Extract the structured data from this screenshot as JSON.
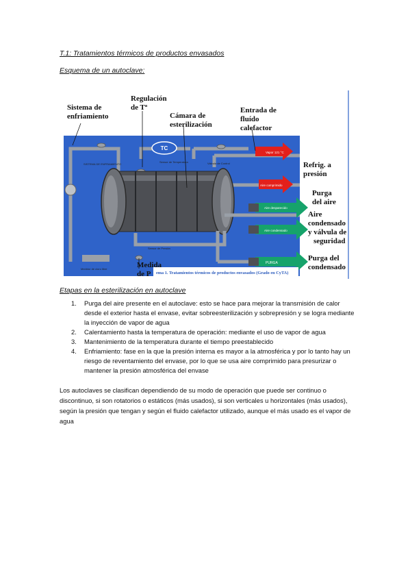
{
  "document": {
    "title": "T.1: Tratamientos térmicos de productos envasados",
    "section1": "Esquema de un autoclave:",
    "section2": "Etapas en la esterilización en autoclave"
  },
  "diagram": {
    "labels": {
      "sistema1": "Sistema de",
      "sistema2": "enfriamiento",
      "regulacion1": "Regulación",
      "regulacion2": "de Tª",
      "camara1": "Cámara de",
      "camara2": "esterilización",
      "entrada1": "Entrada de",
      "entrada2": "fluído",
      "entrada3": "calefactor",
      "refrig1": "Refrig. a",
      "refrig2": "presión",
      "purga_aire1": "Purga",
      "purga_aire2": "del aire",
      "aire_cond1": "Aire",
      "aire_cond2": "condensado",
      "aire_cond3": "y válvula de",
      "aire_cond4": "seguridad",
      "purga_cond1": "Purga del",
      "purga_cond2": "condensado",
      "medida1": "Medida",
      "medida2": "de P",
      "caption": "ema 1. Tratamientos térmicos de productos envasados (Grado en CyTA)",
      "tc": "TC",
      "vapor": "Vapor 121 °C",
      "aire_comprimido": "Aire comprimido",
      "aire_desp": "Aire desparecido",
      "aire_condensado": "Aire condensado",
      "purga_box": "PURGA",
      "sistema_enfr_small": "SISTEMA DE ENFRIAMIENTO",
      "sensor_temp": "Sensor de Temperatura",
      "valvula_control": "Válvula de Control",
      "sensor_presion": "Sensor de Presión",
      "medidor_libre": "Medidor de cloro libre"
    },
    "colors": {
      "background": "#2f63c9",
      "pipe": "#8a8f96",
      "vessel": "#4a4a4a",
      "red_arrow": "#e3201b",
      "green_arrow": "#16a36b"
    }
  },
  "steps": [
    {
      "num": "1.",
      "text": "Purga del aire presente en el autoclave: esto se hace para mejorar la transmisión de calor desde el exterior hasta el envase, evitar sobreesterilización y sobrepresión y se logra mediante la inyección de vapor de agua"
    },
    {
      "num": "2.",
      "text": "Calentamiento hasta la temperatura de operación: mediante el uso de vapor de agua"
    },
    {
      "num": "3.",
      "text": "Mantenimiento de la temperatura durante el tiempo preestablecido"
    },
    {
      "num": "4.",
      "text": "Enfriamiento: fase en la que la presión interna es mayor a la atmosférica y por lo tanto hay un riesgo de reventamiento del envase, por lo que se usa aire comprimido para presurizar o mantener la presión atmosférica del envase"
    }
  ],
  "paragraph": "Los autoclaves se clasifican dependiendo de su modo de operación que puede ser continuo o discontinuo, si son rotatorios o estáticos (más usados), si son verticales u horizontales (más usados), según la presión que tengan y según el fluido calefactor utilizado, aunque el más usado es el vapor de agua"
}
